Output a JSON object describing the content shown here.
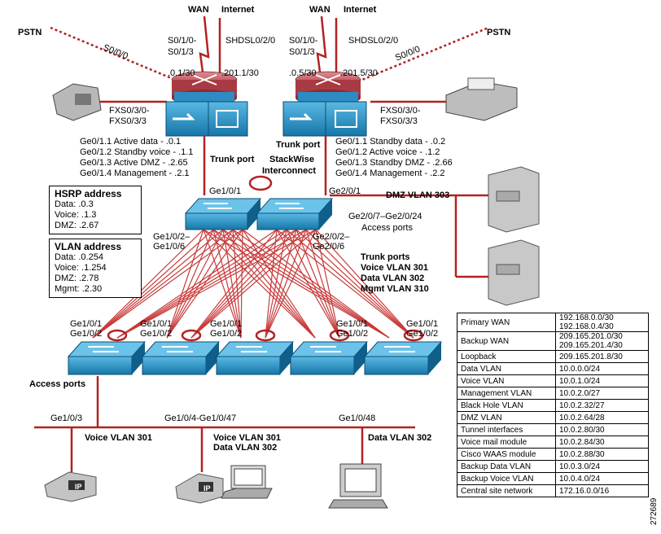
{
  "top": {
    "wan_left": "WAN",
    "internet_left": "Internet",
    "wan_right": "WAN",
    "internet_right": "Internet",
    "pstn_left": "PSTN",
    "pstn_right": "PSTN",
    "s000_left": "S0/0/0",
    "s000_right": "S0/0/0",
    "s01_left": "S0/1/0-",
    "s013_left": "S0/1/3",
    "s01_right": "S0/1/0-",
    "s013_right": "S0/1/3",
    "shdsl_left": "SHDSL0/2/0",
    "shdsl_right": "SHDSL0/2/0",
    "ip_01": ".0.1/30",
    "ip_2011": ".201.1/30",
    "ip_05": ".0.5/30",
    "ip_2015": ".201.5/30",
    "fxs_left_1": "FXS0/3/0-",
    "fxs_left_2": "FXS0/3/3",
    "fxs_right_1": "FXS0/3/0-",
    "fxs_right_2": "FXS0/3/3"
  },
  "left_router_subifs": [
    "Ge0/1.1 Active data - .0.1",
    "Ge0/1.2 Standby voice - .1.1",
    "Ge0/1.3 Active DMZ - .2.65",
    "Ge0/1.4 Management - .2.1"
  ],
  "right_router_subifs": [
    "Ge0/1.1 Standby data - .0.2",
    "Ge0/1.2 Active voice - .1.2",
    "Ge0/1.3 Standby DMZ - .2.66",
    "Ge0/1.4 Management - .2.2"
  ],
  "core": {
    "trunk_left": "Trunk port",
    "trunk_right": "Trunk port",
    "stackwise_1": "StackWise",
    "stackwise_2": "Interconnect",
    "ge101": "Ge1/0/1",
    "ge201": "Ge2/0/1",
    "dmz": "DMZ VLAN 303",
    "access_range": "Ge2/0/7–Ge2/0/24",
    "access_ports": "Access ports",
    "left_down_1": "Ge1/0/2–",
    "left_down_2": "Ge1/0/6",
    "right_down_1": "Ge2/0/2–",
    "right_down_2": "Ge2/0/6",
    "trunk_ports": "Trunk ports",
    "voice_vlan": "Voice VLAN 301",
    "data_vlan": "Data VLAN 302",
    "mgmt_vlan": "Mgmt VLAN 310"
  },
  "hsrp": {
    "title": "HSRP address",
    "lines": [
      "Data: .0.3",
      "Voice: .1.3",
      "DMZ: .2.67"
    ]
  },
  "vlan": {
    "title": "VLAN address",
    "lines": [
      "Data: .0.254",
      "Voice: .1.254",
      "DMZ: .2.78",
      "Mgmt: .2.30"
    ]
  },
  "access_switch_ports": {
    "p1": "Ge1/0/1",
    "p2": "Ge1/0/2"
  },
  "bottom": {
    "access_ports": "Access ports",
    "ge103": "Ge1/0/3",
    "ge104": "Ge1/0/4-Ge1/0/47",
    "ge148": "Ge1/0/48",
    "voice301": "Voice VLAN 301",
    "voice301b": "Voice VLAN 301",
    "data302b": "Data VLAN 302",
    "data302": "Data VLAN 302",
    "ip_label": "IP"
  },
  "address_table": [
    {
      "k": "Primary WAN",
      "v": [
        "192.168.0.0/30",
        "192.168.0.4/30"
      ]
    },
    {
      "k": "Backup WAN",
      "v": [
        "209.165.201.0/30",
        "209.165.201.4/30"
      ]
    },
    {
      "k": "Loopback",
      "v": [
        "209.165.201.8/30"
      ]
    },
    {
      "k": "Data VLAN",
      "v": [
        "10.0.0.0/24"
      ]
    },
    {
      "k": "Voice VLAN",
      "v": [
        "10.0.1.0/24"
      ]
    },
    {
      "k": "Management VLAN",
      "v": [
        "10.0.2.0/27"
      ]
    },
    {
      "k": "Black Hole VLAN",
      "v": [
        "10.0.2.32/27"
      ]
    },
    {
      "k": "DMZ VLAN",
      "v": [
        "10.0.2.64/28"
      ]
    },
    {
      "k": "Tunnel interfaces",
      "v": [
        "10.0.2.80/30"
      ]
    },
    {
      "k": "Voice mail module",
      "v": [
        "10.0.2.84/30"
      ]
    },
    {
      "k": "Cisco WAAS module",
      "v": [
        "10.0.2.88/30"
      ]
    },
    {
      "k": "Backup Data VLAN",
      "v": [
        "10.0.3.0/24"
      ]
    },
    {
      "k": "Backup Voice VLAN",
      "v": [
        "10.0.4.0/24"
      ]
    },
    {
      "k": "Central site network",
      "v": [
        "172.16.0.0/16"
      ]
    }
  ],
  "figure_id": "272689",
  "colors": {
    "link": "#b22222",
    "device": "#1f8fc0",
    "router_top": "#c8505a"
  }
}
